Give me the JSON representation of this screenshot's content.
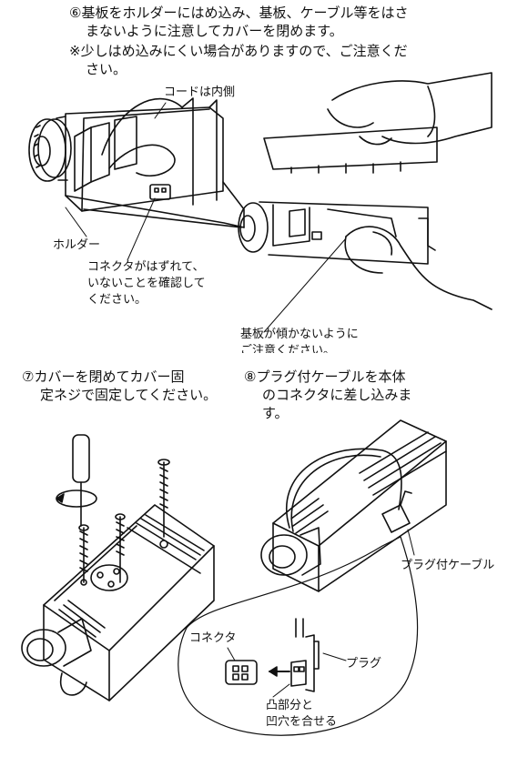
{
  "step6": {
    "line1": "⑥基板をホルダーにはめ込み、基板、ケーブル等をはさ",
    "line2": "まないように注意してカバーを閉めます。",
    "note1": "※少しはめ込みにくい場合がありますので、ご注意くだ",
    "note2": "さい。",
    "label_cord_inside": "コードは内側",
    "label_holder": "ホルダー",
    "label_connector1": "コネクタがはずれて、",
    "label_connector2": "いないことを確認して",
    "label_connector3": "ください。",
    "label_board1": "基板が傾かないように",
    "label_board2": "ご注意ください。"
  },
  "step7": {
    "line1": "⑦カバーを閉めてカバー固",
    "line2": "定ネジで固定してください。"
  },
  "step8": {
    "line1": "⑧プラグ付ケーブルを本体",
    "line2": "のコネクタに差し込みま",
    "line3": "す。",
    "label_plug_cable": "プラグ付ケーブル",
    "label_connector": "コネクタ",
    "label_plug": "プラグ",
    "label_align1": "凸部分と",
    "label_align2": "凹穴を合せる"
  }
}
